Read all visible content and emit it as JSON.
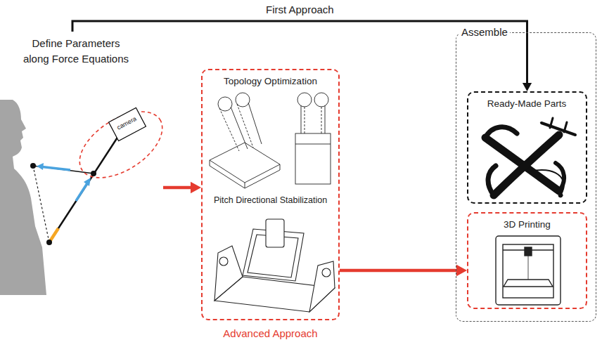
{
  "diagram": {
    "nodes": [
      {
        "text": [
          "Define Parameters along Force Equations"
        ]
      },
      {
        "text": [
          "camera"
        ],
        "in": 0
      },
      {
        "text": [
          "Advanced Approach",
          "Topology Optimization",
          "Pitch Directional Stabilization"
        ]
      },
      {
        "text": [
          "Assemble"
        ]
      },
      {
        "text": [
          "Ready-Made Parts"
        ],
        "in": 3
      },
      {
        "text": [
          "3D Printing"
        ],
        "in": 3
      }
    ],
    "edges": [
      {
        "from": 0,
        "to": 4,
        "arrow": "to",
        "label": "First Approach"
      },
      {
        "from": 0,
        "to": 2,
        "arrow": "to"
      },
      {
        "from": 2,
        "to": 5,
        "arrow": "to"
      }
    ]
  }
}
